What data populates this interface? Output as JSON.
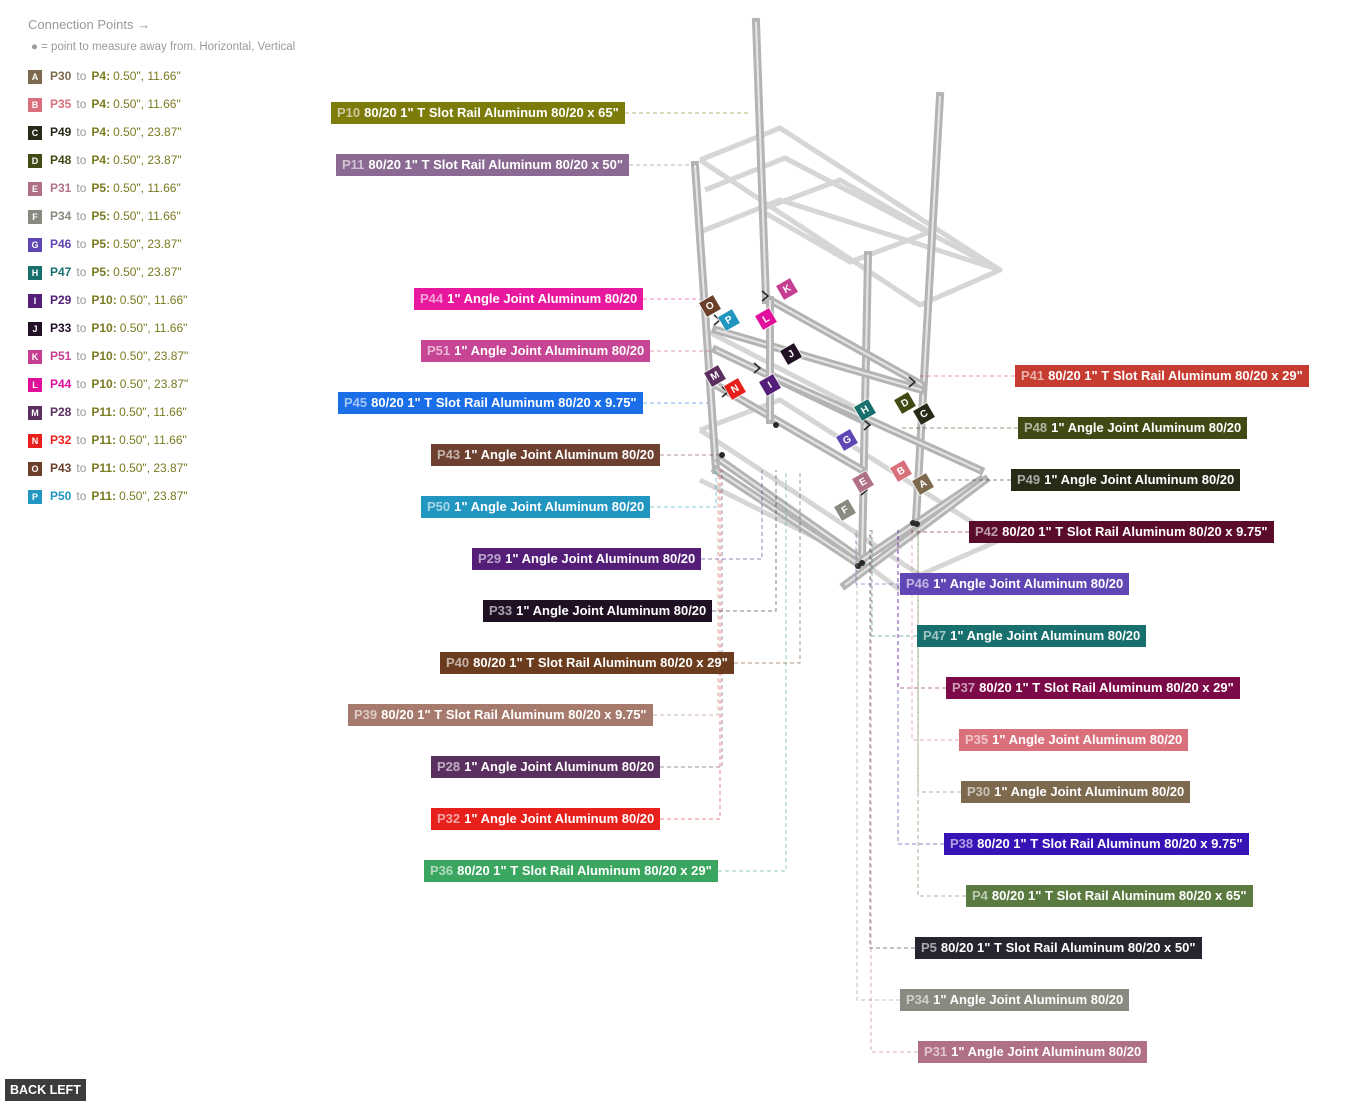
{
  "header": {
    "title": "Connection Points →",
    "note": "● = point to measure away from. Horizontal, Vertical"
  },
  "connections": [
    {
      "letter": "A",
      "from": "P30",
      "to": "P4",
      "value": "0.50\", 11.66\"",
      "color": "#7d6a4e"
    },
    {
      "letter": "B",
      "from": "P35",
      "to": "P4",
      "value": "0.50\", 11.66\"",
      "color": "#d9707c"
    },
    {
      "letter": "C",
      "from": "P49",
      "to": "P4",
      "value": "0.50\", 23.87\"",
      "color": "#262b18"
    },
    {
      "letter": "D",
      "from": "P48",
      "to": "P4",
      "value": "0.50\", 23.87\"",
      "color": "#3f4a14"
    },
    {
      "letter": "E",
      "from": "P31",
      "to": "P5",
      "value": "0.50\", 11.66\"",
      "color": "#b07088"
    },
    {
      "letter": "F",
      "from": "P34",
      "to": "P5",
      "value": "0.50\", 11.66\"",
      "color": "#8a8a80"
    },
    {
      "letter": "G",
      "from": "P46",
      "to": "P5",
      "value": "0.50\", 23.87\"",
      "color": "#6046b4"
    },
    {
      "letter": "H",
      "from": "P47",
      "to": "P5",
      "value": "0.50\", 23.87\"",
      "color": "#17706e"
    },
    {
      "letter": "I",
      "from": "P29",
      "to": "P10",
      "value": "0.50\", 11.66\"",
      "color": "#541e78"
    },
    {
      "letter": "J",
      "from": "P33",
      "to": "P10",
      "value": "0.50\", 11.66\"",
      "color": "#200f25"
    },
    {
      "letter": "K",
      "from": "P51",
      "to": "P10",
      "value": "0.50\", 23.87\"",
      "color": "#c53e91"
    },
    {
      "letter": "L",
      "from": "P44",
      "to": "P10",
      "value": "0.50\", 23.87\"",
      "color": "#e0109c"
    },
    {
      "letter": "M",
      "from": "P28",
      "to": "P11",
      "value": "0.50\", 11.66\"",
      "color": "#5a2e5e"
    },
    {
      "letter": "N",
      "from": "P32",
      "to": "P11",
      "value": "0.50\", 11.66\"",
      "color": "#e8201c"
    },
    {
      "letter": "O",
      "from": "P43",
      "to": "P11",
      "value": "0.50\", 23.87\"",
      "color": "#6b3f2a"
    },
    {
      "letter": "P",
      "from": "P50",
      "to": "P11",
      "value": "0.50\", 23.87\"",
      "color": "#2196c0"
    }
  ],
  "parts": [
    {
      "id": "P10",
      "name": "80/20 1\" T Slot Rail Aluminum 80/20 x 65\"",
      "color": "#7c7c0a"
    },
    {
      "id": "P11",
      "name": "80/20 1\" T Slot Rail Aluminum 80/20 x 50\"",
      "color": "#8a6a92"
    },
    {
      "id": "P44",
      "name": "1\" Angle Joint Aluminum 80/20",
      "color": "#e8189e"
    },
    {
      "id": "P51",
      "name": "1\" Angle Joint Aluminum 80/20",
      "color": "#c64594"
    },
    {
      "id": "P45",
      "name": "80/20 1\" T Slot Rail Aluminum 80/20 x 9.75\"",
      "color": "#1a6ee8"
    },
    {
      "id": "P43",
      "name": "1\" Angle Joint Aluminum 80/20",
      "color": "#6d4030"
    },
    {
      "id": "P50",
      "name": "1\" Angle Joint Aluminum 80/20",
      "color": "#2196c0"
    },
    {
      "id": "P29",
      "name": "1\" Angle Joint Aluminum 80/20",
      "color": "#541e78"
    },
    {
      "id": "P33",
      "name": "1\" Angle Joint Aluminum 80/20",
      "color": "#1f1024"
    },
    {
      "id": "P40",
      "name": "80/20 1\" T Slot Rail Aluminum 80/20 x 29\"",
      "color": "#6b3d1e"
    },
    {
      "id": "P39",
      "name": "80/20 1\" T Slot Rail Aluminum 80/20 x 9.75\"",
      "color": "#a77a6e"
    },
    {
      "id": "P28",
      "name": "1\" Angle Joint Aluminum 80/20",
      "color": "#5a3060"
    },
    {
      "id": "P32",
      "name": "1\" Angle Joint Aluminum 80/20",
      "color": "#e8201c"
    },
    {
      "id": "P36",
      "name": "80/20 1\" T Slot Rail Aluminum 80/20 x 29\"",
      "color": "#3aa660"
    },
    {
      "id": "P41",
      "name": "80/20 1\" T Slot Rail Aluminum 80/20 x 29\"",
      "color": "#c63c30"
    },
    {
      "id": "P48",
      "name": "1\" Angle Joint Aluminum 80/20",
      "color": "#3f4a14"
    },
    {
      "id": "P49",
      "name": "1\" Angle Joint Aluminum 80/20",
      "color": "#262b18"
    },
    {
      "id": "P42",
      "name": "80/20 1\" T Slot Rail Aluminum 80/20 x 9.75\"",
      "color": "#5a0c2a"
    },
    {
      "id": "P46",
      "name": "1\" Angle Joint Aluminum 80/20",
      "color": "#6046b4"
    },
    {
      "id": "P47",
      "name": "1\" Angle Joint Aluminum 80/20",
      "color": "#17706e"
    },
    {
      "id": "P37",
      "name": "80/20 1\" T Slot Rail Aluminum 80/20 x 29\"",
      "color": "#7c0a48"
    },
    {
      "id": "P35",
      "name": "1\" Angle Joint Aluminum 80/20",
      "color": "#d9707c"
    },
    {
      "id": "P30",
      "name": "1\" Angle Joint Aluminum 80/20",
      "color": "#7d6a4e"
    },
    {
      "id": "P38",
      "name": "80/20 1\" T Slot Rail Aluminum 80/20 x 9.75\"",
      "color": "#3712b4"
    },
    {
      "id": "P4",
      "name": "80/20 1\" T Slot Rail Aluminum 80/20 x 65\"",
      "color": "#5a7a40"
    },
    {
      "id": "P5",
      "name": "80/20 1\" T Slot Rail Aluminum 80/20 x 50\"",
      "color": "#252530"
    },
    {
      "id": "P34",
      "name": "1\" Angle Joint Aluminum 80/20",
      "color": "#8a8a80"
    },
    {
      "id": "P31",
      "name": "1\" Angle Joint Aluminum 80/20",
      "color": "#b07088"
    }
  ],
  "footer": {
    "back_label": "BACK LEFT"
  }
}
